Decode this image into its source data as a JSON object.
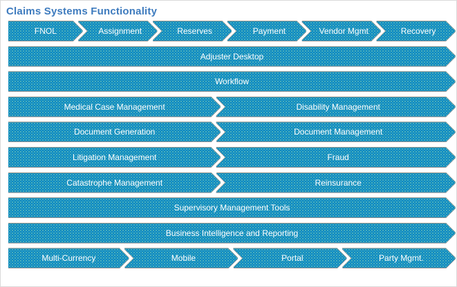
{
  "title": "Claims Systems Functionality",
  "colors": {
    "arrow_fill": "#0d87be",
    "arrow_dot_texture": "#63c2a8",
    "title_text": "#3E7BBE",
    "label_text": "#ffffff",
    "shadow": "#8f8f8f",
    "separator": "#ffffff"
  },
  "rows": [
    {
      "segments": [
        "FNOL",
        "Assignment",
        "Reserves",
        "Payment",
        "Vendor Mgmt",
        "Recovery"
      ]
    },
    {
      "segments": [
        "Adjuster Desktop"
      ]
    },
    {
      "segments": [
        "Workflow"
      ]
    },
    {
      "segments": [
        "Medical Case Management",
        "Disability Management"
      ]
    },
    {
      "segments": [
        "Document Generation",
        "Document Management"
      ]
    },
    {
      "segments": [
        "Litigation Management",
        "Fraud"
      ]
    },
    {
      "segments": [
        "Catastrophe Management",
        "Reinsurance"
      ]
    },
    {
      "segments": [
        "Supervisory Management Tools"
      ]
    },
    {
      "segments": [
        "Business Intelligence and Reporting"
      ]
    },
    {
      "segments": [
        "Multi-Currency",
        "Mobile",
        "Portal",
        "Party Mgmt."
      ]
    }
  ]
}
